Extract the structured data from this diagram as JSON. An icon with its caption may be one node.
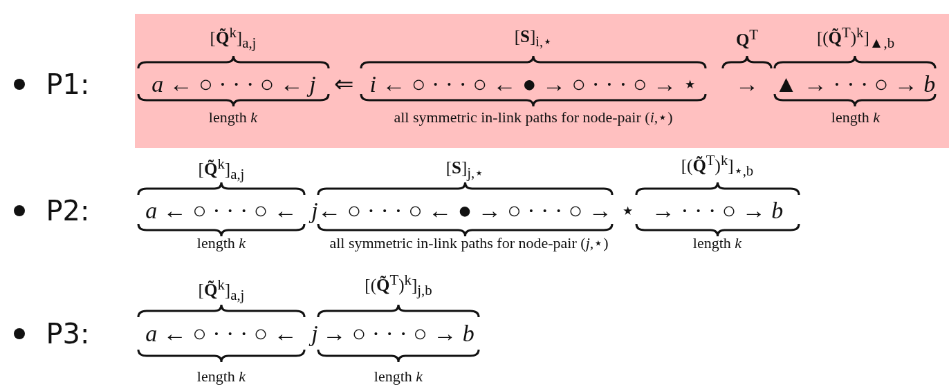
{
  "diagram": {
    "labels": [
      "[**Q̃**$^{k}$]$_{a,j}$",
      "[**S**]$_{i,⋆}$",
      "**Q**$^{T}$",
      "[(**Q̃**$^{T}$)$^{k}$]$_{▲,b}$",
      "P1:",
      "*a* ← ○ · · · ○ ← *j*",
      "⇐",
      "*i* ← ○ · · · ○ ← ● → ○ · · · ○ → ⋆",
      "→",
      "▲ → · · · ○ → *b*",
      "length *k*",
      "all symmetric in-link paths for node-pair (*i*,⋆)",
      "length *k*",
      "[**Q̃**$^{k}$]$_{a,j}$",
      "[**S**]$_{j,⋆}$",
      "[(**Q̃**$^{T}$)$^{k}$]$_{⋆,b}$",
      "P2:",
      "*a* ← ○ · · · ○ ←",
      "*j*",
      "← ○ · · · ○ ← ● → ○ · · · ○ →",
      "⋆",
      "→ · · · ○ → *b*",
      "length *k*",
      "all symmetric in-link paths for node-pair (*j*,⋆)",
      "length *k*",
      "[**Q̃**$^{k}$]$_{a,j}$",
      "[(**Q̃**$^{T}$)$^{k}$]$_{j,b}$",
      "P3:",
      "*a* ← ○ · · · ○ ←",
      "*j*",
      "→ ○ · · · ○ → *b*",
      "length *k*",
      "length *k*"
    ]
  }
}
